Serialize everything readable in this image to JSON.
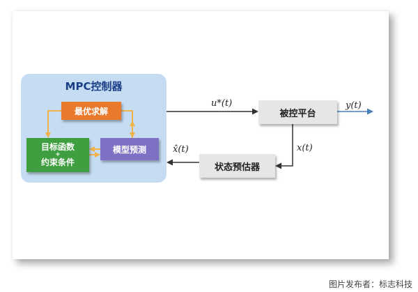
{
  "mpc": {
    "title": "MPC控制器",
    "optimizer": "最优求解",
    "model": "模型预测",
    "objective_line1": "目标函数",
    "objective_plus": "+",
    "objective_line2": "约束条件"
  },
  "plant": {
    "label": "被控平台"
  },
  "estimator": {
    "label": "状态预估器"
  },
  "signals": {
    "u": "u*(t)",
    "y": "y(t)",
    "x": "x(t)",
    "x_hat": "x̂(t)"
  },
  "credit": "图片发布者：标志科技",
  "colors": {
    "panel": "#c5dcf2",
    "title": "#1a3f86",
    "optimizer": "#ea7a2b",
    "model": "#7e70c4",
    "objective": "#3f9e3f",
    "inner_arrow": "#f2b24a",
    "block": "#e6e6e6",
    "wire": "#333333",
    "output_wire": "#4a7fb5"
  }
}
